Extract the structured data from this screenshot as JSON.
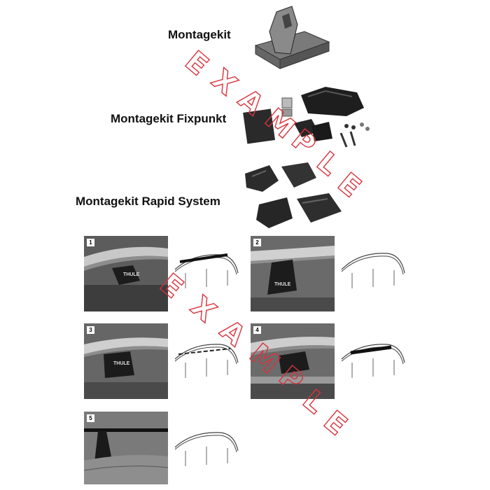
{
  "labels": {
    "montagekit": "Montagekit",
    "fixpunkt": "Montagekit Fixpunkt",
    "rapid": "Montagekit Rapid System"
  },
  "photos": [
    {
      "number": "1",
      "brand": "THULE"
    },
    {
      "number": "2",
      "brand": "THULE"
    },
    {
      "number": "3",
      "brand": "THULE"
    },
    {
      "number": "4",
      "brand": ""
    },
    {
      "number": "5",
      "brand": ""
    }
  ],
  "watermark": {
    "text": "EXAMPLE",
    "letters": [
      "E",
      "X",
      "A",
      "M",
      "P",
      "L",
      "E"
    ],
    "color": "#d9333c"
  },
  "colors": {
    "watermark": "#d9333c",
    "label": "#111111"
  }
}
